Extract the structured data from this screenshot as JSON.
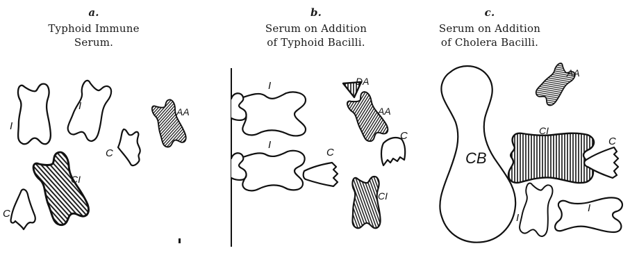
{
  "panels": {
    "a": {
      "letter": "a.",
      "line1": "Typhoid Immune",
      "line2": "Serum."
    },
    "b": {
      "letter": "b.",
      "line1": "Serum on Addition",
      "line2": "of Typhoid Bacilli."
    },
    "c": {
      "letter": "c.",
      "line1": "Serum on Addition",
      "line2": "of Cholera Bacilli."
    }
  },
  "labels": {
    "I": "I",
    "AA": "AA",
    "C": "C",
    "CI": "CI",
    "DA": "DA",
    "CB": "CB"
  },
  "colors": {
    "ink": "#111111",
    "paper": "#ffffff"
  }
}
